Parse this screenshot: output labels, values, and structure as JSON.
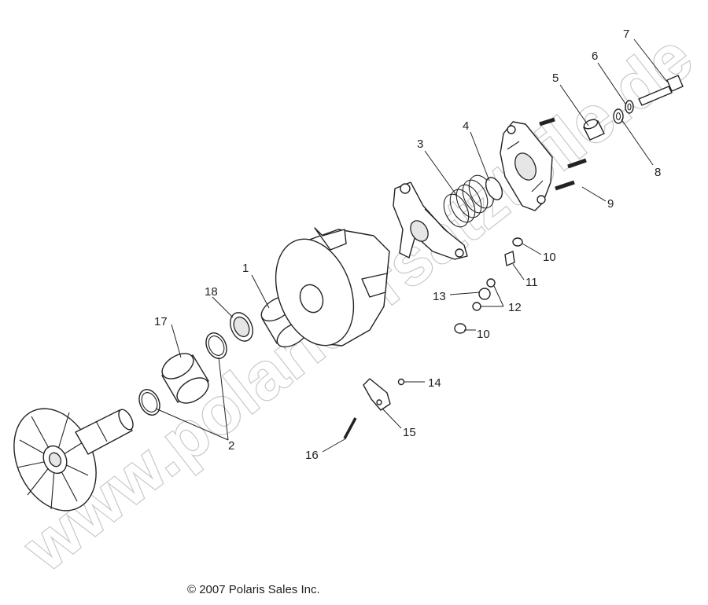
{
  "watermark": "www.polarisersatzteile.de",
  "copyright": "© 2007 Polaris Sales Inc.",
  "callouts": [
    {
      "id": "1",
      "label": "1"
    },
    {
      "id": "2",
      "label": "2"
    },
    {
      "id": "3",
      "label": "3"
    },
    {
      "id": "4",
      "label": "4"
    },
    {
      "id": "5",
      "label": "5"
    },
    {
      "id": "6",
      "label": "6"
    },
    {
      "id": "7",
      "label": "7"
    },
    {
      "id": "8",
      "label": "8"
    },
    {
      "id": "9",
      "label": "9"
    },
    {
      "id": "10a",
      "label": "10"
    },
    {
      "id": "10b",
      "label": "10"
    },
    {
      "id": "11",
      "label": "11"
    },
    {
      "id": "12",
      "label": "12"
    },
    {
      "id": "13",
      "label": "13"
    },
    {
      "id": "14",
      "label": "14"
    },
    {
      "id": "15",
      "label": "15"
    },
    {
      "id": "16",
      "label": "16"
    },
    {
      "id": "17",
      "label": "17"
    },
    {
      "id": "18",
      "label": "18"
    }
  ]
}
